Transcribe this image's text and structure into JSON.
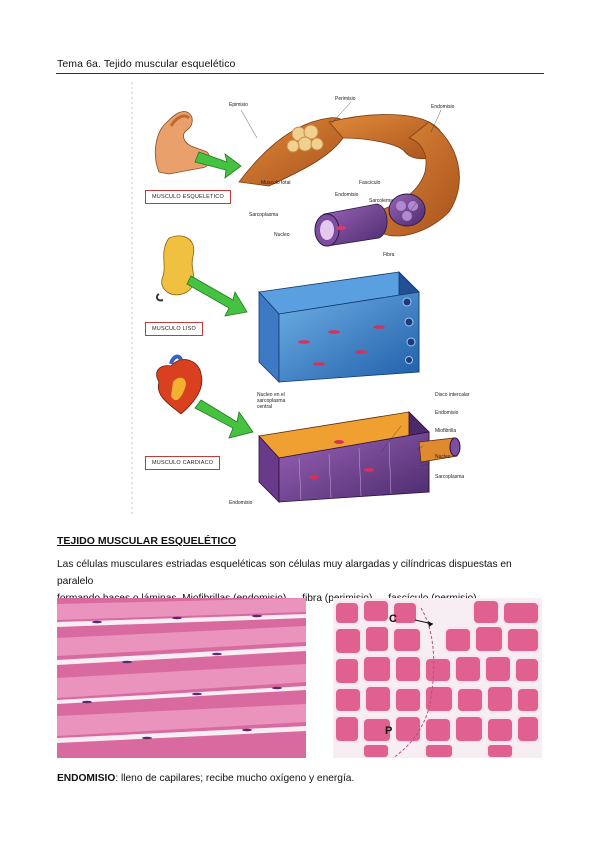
{
  "header": {
    "title": "Tema 6a. Tejido muscular esquelético"
  },
  "figure": {
    "boxes": {
      "skeletal": "MUSCULO ESQUELETICO",
      "smooth": "MUSCULO LISO",
      "cardiac": "MUSCULO CARDIACO"
    },
    "labels": {
      "epimisio": "Epimisio",
      "perimisio": "Perimisio",
      "endomisio_top": "Endomisio",
      "musculo_total": "Musculo total",
      "fasciculo": "Fascículo",
      "endomisio_mid": "Endomisio",
      "sarcolema": "Sarcolema",
      "sarcoplasma_top": "Sarcoplasma",
      "nucleo_top": "Nucleo",
      "fibra": "Fibra",
      "nucleo_central": "Nucleo en el sarcoplasma central",
      "disco": "Disco intercalar",
      "endomisio_card": "Endomisio",
      "miofibrilla": "Miofibrilla",
      "nucleo_card": "Nucleo",
      "sarcoplasma_card": "Sarcoplasma",
      "endomisio_bottom": "Endomisio"
    }
  },
  "section": {
    "heading": "TEJIDO MUSCULAR ESQUELÉTICO"
  },
  "paragraph": {
    "line1": "Las células musculares estriadas esqueléticas son células muy alargadas y cilíndricas dispuestas en paralelo",
    "line2": "formando haces o láminas. Miofibrillas (endomisio) → fibra (perimisio) → fascículo (permisio)."
  },
  "micrograph": {
    "c_label": "C",
    "p_label": "P"
  },
  "endomisio": {
    "term": "ENDOMISIO",
    "text": ": lleno de capilares; recibe mucho oxígeno y energía."
  }
}
